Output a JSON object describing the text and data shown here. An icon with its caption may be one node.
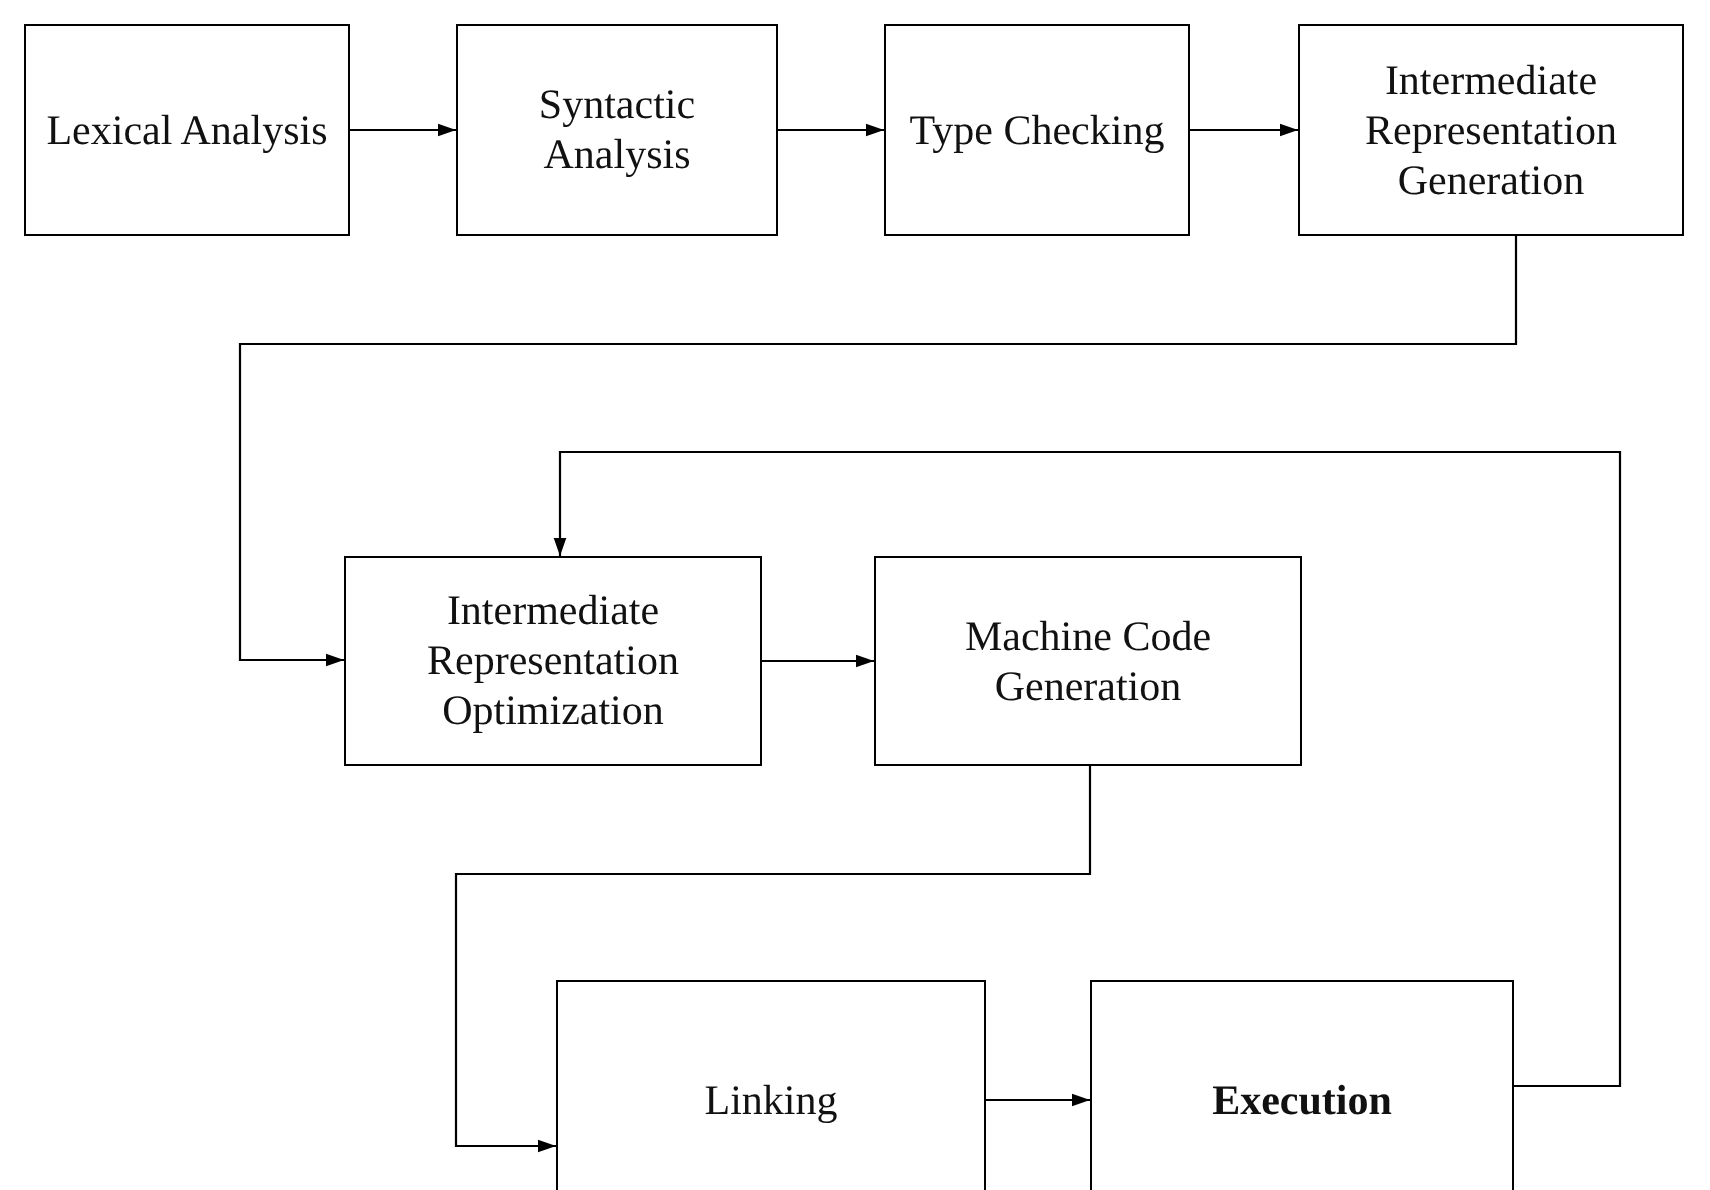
{
  "diagram": {
    "nodes": [
      {
        "text": [
          "Lexical Analysis"
        ]
      },
      {
        "text": [
          "Syntactic Analysis"
        ]
      },
      {
        "text": [
          "Type Checking"
        ]
      },
      {
        "text": [
          "Intermediate Representation Generation"
        ]
      },
      {
        "text": [
          "Intermediate Representation Optimization"
        ]
      },
      {
        "text": [
          "Machine Code Generation"
        ]
      },
      {
        "text": [
          "Linking"
        ]
      },
      {
        "text": [
          "Execution"
        ]
      }
    ],
    "edges": [
      {
        "from": 0,
        "to": 1,
        "arrow": "to"
      },
      {
        "from": 1,
        "to": 2,
        "arrow": "to"
      },
      {
        "from": 2,
        "to": 3,
        "arrow": "to"
      },
      {
        "from": 3,
        "to": 4,
        "arrow": "to"
      },
      {
        "from": 4,
        "to": 5,
        "arrow": "to"
      },
      {
        "from": 5,
        "to": 6,
        "arrow": "to"
      },
      {
        "from": 6,
        "to": 7,
        "arrow": "to"
      },
      {
        "from": 7,
        "to": 4,
        "arrow": "to"
      }
    ]
  }
}
